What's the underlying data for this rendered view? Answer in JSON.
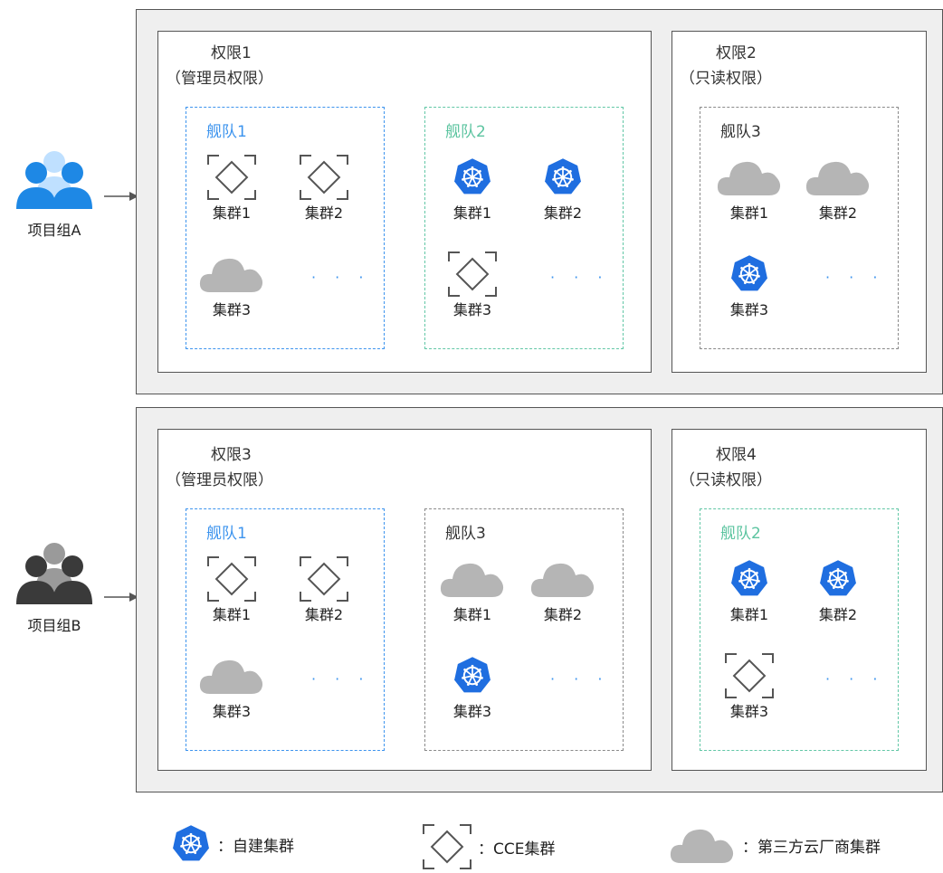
{
  "groups": [
    {
      "label": "项目组A",
      "color": "#1e88e5"
    },
    {
      "label": "项目组B",
      "color": "#3a3a3a"
    }
  ],
  "permissions": [
    {
      "name": "权限1",
      "type": "（管理员权限）",
      "fleets": [
        {
          "label": "舰队1",
          "style": "blue",
          "clusters": [
            {
              "label": "集群1",
              "kind": "cce"
            },
            {
              "label": "集群2",
              "kind": "cce"
            },
            {
              "label": "集群3",
              "kind": "third-party"
            }
          ]
        },
        {
          "label": "舰队2",
          "style": "green",
          "clusters": [
            {
              "label": "集群1",
              "kind": "self-built"
            },
            {
              "label": "集群2",
              "kind": "self-built"
            },
            {
              "label": "集群3",
              "kind": "cce"
            }
          ]
        }
      ]
    },
    {
      "name": "权限2",
      "type": "（只读权限）",
      "fleets": [
        {
          "label": "舰队3",
          "style": "gray",
          "clusters": [
            {
              "label": "集群1",
              "kind": "third-party"
            },
            {
              "label": "集群2",
              "kind": "third-party"
            },
            {
              "label": "集群3",
              "kind": "self-built"
            }
          ]
        }
      ]
    },
    {
      "name": "权限3",
      "type": "（管理员权限）",
      "fleets": [
        {
          "label": "舰队1",
          "style": "blue",
          "clusters": [
            {
              "label": "集群1",
              "kind": "cce"
            },
            {
              "label": "集群2",
              "kind": "cce"
            },
            {
              "label": "集群3",
              "kind": "third-party"
            }
          ]
        },
        {
          "label": "舰队3",
          "style": "gray",
          "clusters": [
            {
              "label": "集群1",
              "kind": "third-party"
            },
            {
              "label": "集群2",
              "kind": "third-party"
            },
            {
              "label": "集群3",
              "kind": "self-built"
            }
          ]
        }
      ]
    },
    {
      "name": "权限4",
      "type": "（只读权限）",
      "fleets": [
        {
          "label": "舰队2",
          "style": "green",
          "clusters": [
            {
              "label": "集群1",
              "kind": "self-built"
            },
            {
              "label": "集群2",
              "kind": "self-built"
            },
            {
              "label": "集群3",
              "kind": "cce"
            }
          ]
        }
      ]
    }
  ],
  "ellipsis": "· · ·",
  "legend": [
    {
      "kind": "self-built",
      "label": "：自建集群"
    },
    {
      "kind": "cce",
      "label": "：CCE集群"
    },
    {
      "kind": "third-party",
      "label": "：第三方云厂商集群"
    }
  ],
  "colors": {
    "self_built": "#1f6ee0",
    "cloud": "#b5b5b5",
    "fleet_blue": "#3d94ee",
    "fleet_green": "#62c7a6"
  }
}
